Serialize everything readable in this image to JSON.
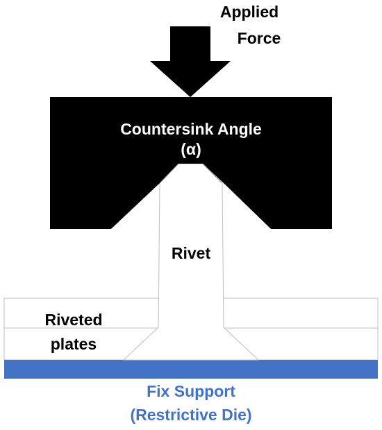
{
  "diagram": {
    "applied_force": {
      "line1": "Applied",
      "line2": "Force"
    },
    "countersink": {
      "line1": "Countersink Angle",
      "line2": "(α)"
    },
    "rivet_label": "Rivet",
    "plates_label": {
      "line1": "Riveted",
      "line2": "plates"
    },
    "support_label": {
      "line1": "Fix Support",
      "line2": "(Restrictive Die)"
    },
    "colors": {
      "die_fill": "#000000",
      "rivet_fill": "#ffffff",
      "outline": "#bfbfbf",
      "support_bar": "#4472c4",
      "support_text": "#4472c4",
      "label_text": "#000000",
      "die_text": "#ffffff"
    }
  }
}
